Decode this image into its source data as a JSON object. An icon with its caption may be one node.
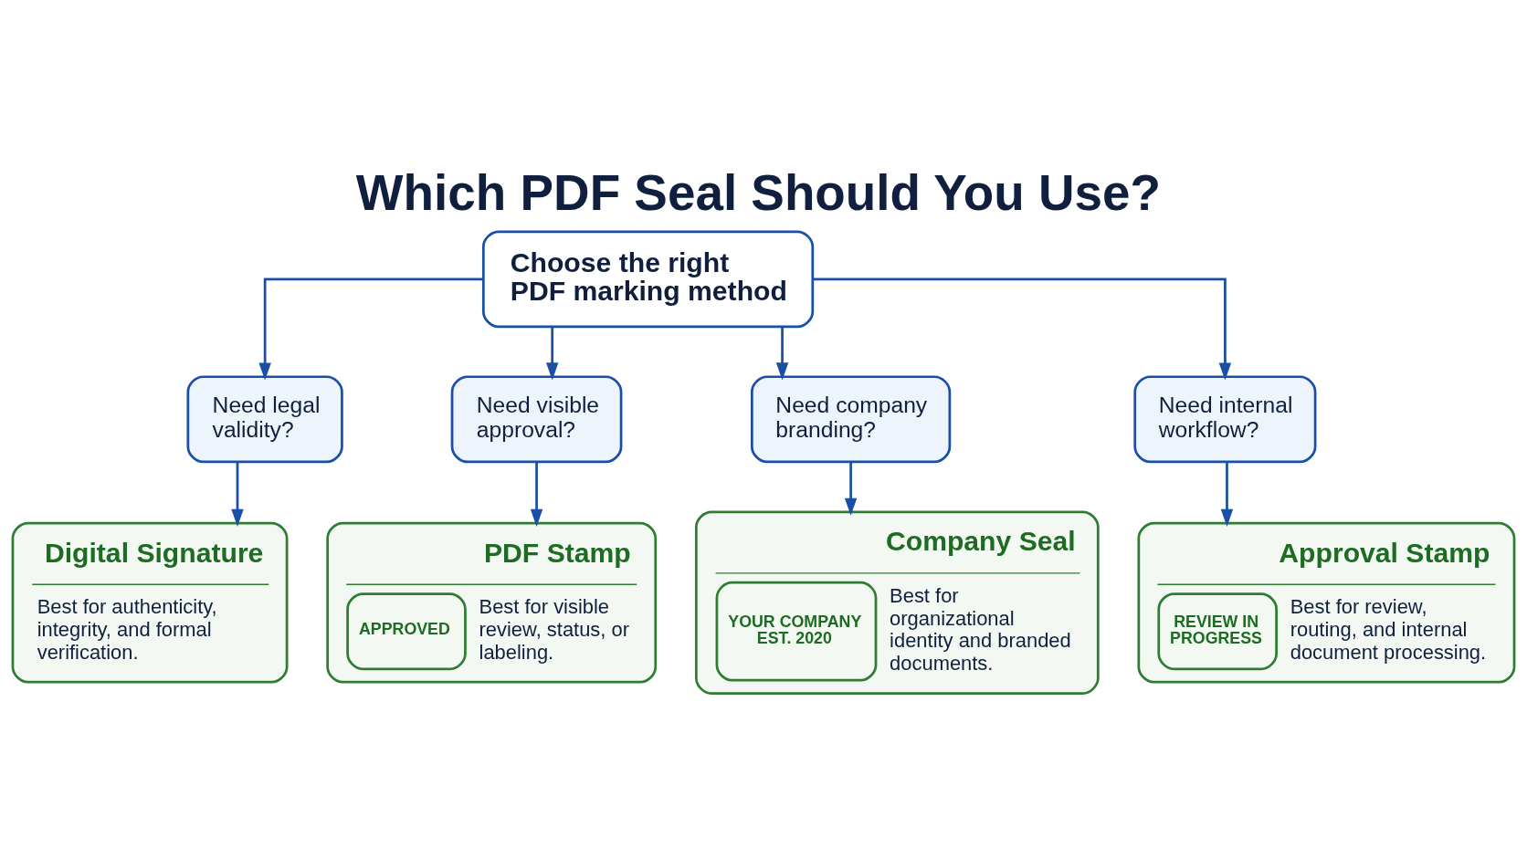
{
  "diagram": {
    "title": "Which PDF Seal Should You Use?",
    "nodes": [
      {
        "text": [
          "Choose the right PDF marking method"
        ]
      },
      {
        "text": [
          "Need legal validity?"
        ]
      },
      {
        "text": [
          "Need visible approval?"
        ]
      },
      {
        "text": [
          "Need company branding?"
        ]
      },
      {
        "text": [
          "Need internal workflow?"
        ]
      },
      {
        "text": [
          "Digital Signature",
          "Best for authenticity, integrity, and formal verification."
        ]
      },
      {
        "text": [
          "PDF Stamp",
          "APPROVED",
          "Best for visible review, status, or labeling."
        ]
      },
      {
        "text": [
          "Company Seal",
          "YOUR COMPANY",
          "EST. 2020",
          "Best for organizational identity and branded documents."
        ]
      },
      {
        "text": [
          "Approval Stamp",
          "REVIEW IN PROGRESS",
          "Best for review, routing, and internal document processing."
        ]
      }
    ],
    "edges": [
      {
        "from": 0,
        "to": 1,
        "arrow": "to"
      },
      {
        "from": 0,
        "to": 2,
        "arrow": "to"
      },
      {
        "from": 0,
        "to": 3,
        "arrow": "to"
      },
      {
        "from": 0,
        "to": 4,
        "arrow": "to"
      },
      {
        "from": 1,
        "to": 5,
        "arrow": "to"
      },
      {
        "from": 2,
        "to": 6,
        "arrow": "to"
      },
      {
        "from": 3,
        "to": 7,
        "arrow": "to"
      },
      {
        "from": 4,
        "to": 8,
        "arrow": "to"
      }
    ]
  }
}
